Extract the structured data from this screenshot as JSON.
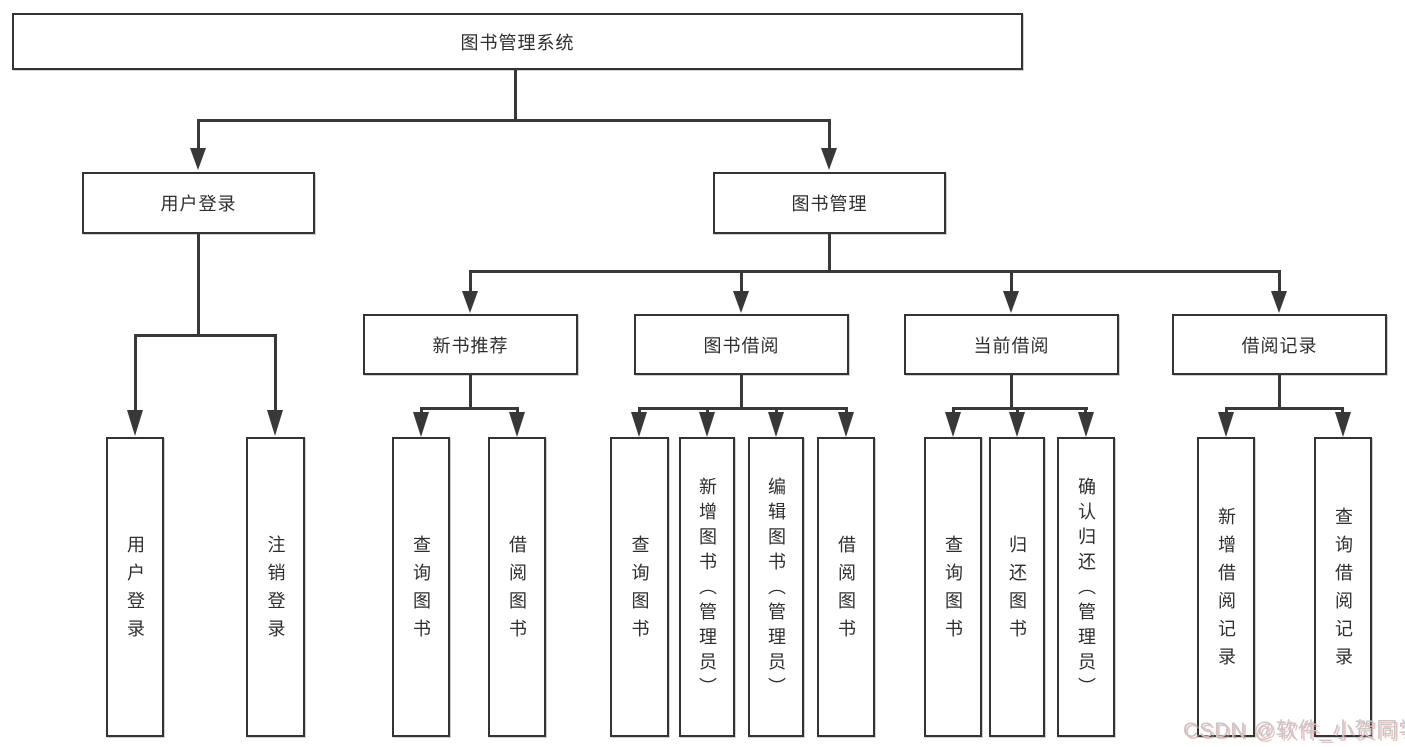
{
  "diagram": {
    "root": {
      "label": "图书管理系统"
    },
    "level1": [
      {
        "label": "用户登录"
      },
      {
        "label": "图书管理"
      }
    ],
    "level2": [
      {
        "label": "新书推荐"
      },
      {
        "label": "图书借阅"
      },
      {
        "label": "当前借阅"
      },
      {
        "label": "借阅记录"
      }
    ],
    "leaves": [
      {
        "label": "用户登录"
      },
      {
        "label": "注销登录"
      },
      {
        "label": "查询图书"
      },
      {
        "label": "借阅图书"
      },
      {
        "label": "查询图书"
      },
      {
        "label": "新增图书（管理员）"
      },
      {
        "label": "编辑图书（管理员）"
      },
      {
        "label": "借阅图书"
      },
      {
        "label": "查询图书"
      },
      {
        "label": "归还图书"
      },
      {
        "label": "确认归还（管理员）"
      },
      {
        "label": "新增借阅记录"
      },
      {
        "label": "查询借阅记录"
      }
    ],
    "colors": {
      "line": "#383838",
      "border": "#333333",
      "text": "#2e2e2e",
      "background": "#ffffff",
      "watermark": "#c6c6c6",
      "watermark_shadow": "#e48c8c"
    }
  },
  "watermark": {
    "text": "CSDN @软件_小贺同学"
  }
}
